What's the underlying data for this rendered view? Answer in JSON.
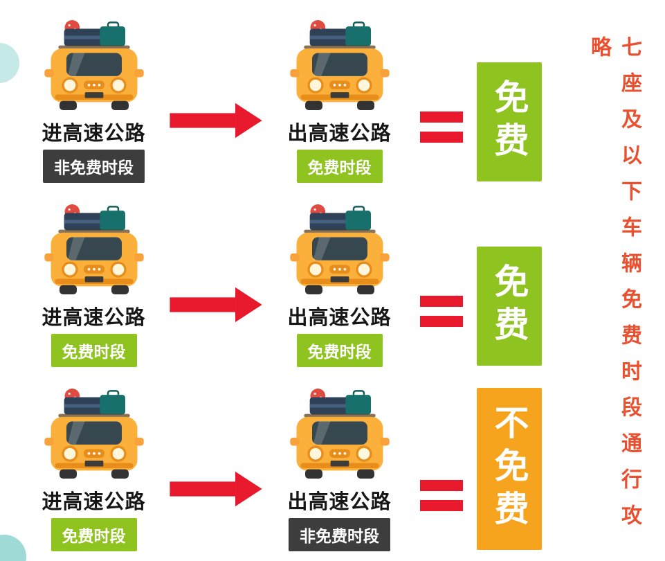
{
  "title": {
    "text": "七座及以下车辆免费时段通行攻略"
  },
  "colors": {
    "arrow_red": "#E8192C",
    "green": "#8FC31F",
    "dark": "#3D3D3D",
    "orange": "#F6A41D",
    "title": "#E8502F",
    "teal_accent": "#7FCEC9"
  },
  "icons": {
    "car": "car-with-luggage-icon",
    "arrow": "right-arrow-icon",
    "equals": "equals-icon"
  },
  "rows": [
    {
      "enter": {
        "label": "进高速公路",
        "badge": "非免费时段",
        "badge_type": "dark"
      },
      "exit": {
        "label": "出高速公路",
        "badge": "免费时段",
        "badge_type": "green"
      },
      "result": {
        "text": "免费",
        "type": "green"
      }
    },
    {
      "enter": {
        "label": "进高速公路",
        "badge": "免费时段",
        "badge_type": "green"
      },
      "exit": {
        "label": "出高速公路",
        "badge": "免费时段",
        "badge_type": "green"
      },
      "result": {
        "text": "免费",
        "type": "green"
      }
    },
    {
      "enter": {
        "label": "进高速公路",
        "badge": "免费时段",
        "badge_type": "green"
      },
      "exit": {
        "label": "出高速公路",
        "badge": "非免费时段",
        "badge_type": "dark"
      },
      "result": {
        "text": "不免费",
        "type": "orange"
      }
    }
  ]
}
